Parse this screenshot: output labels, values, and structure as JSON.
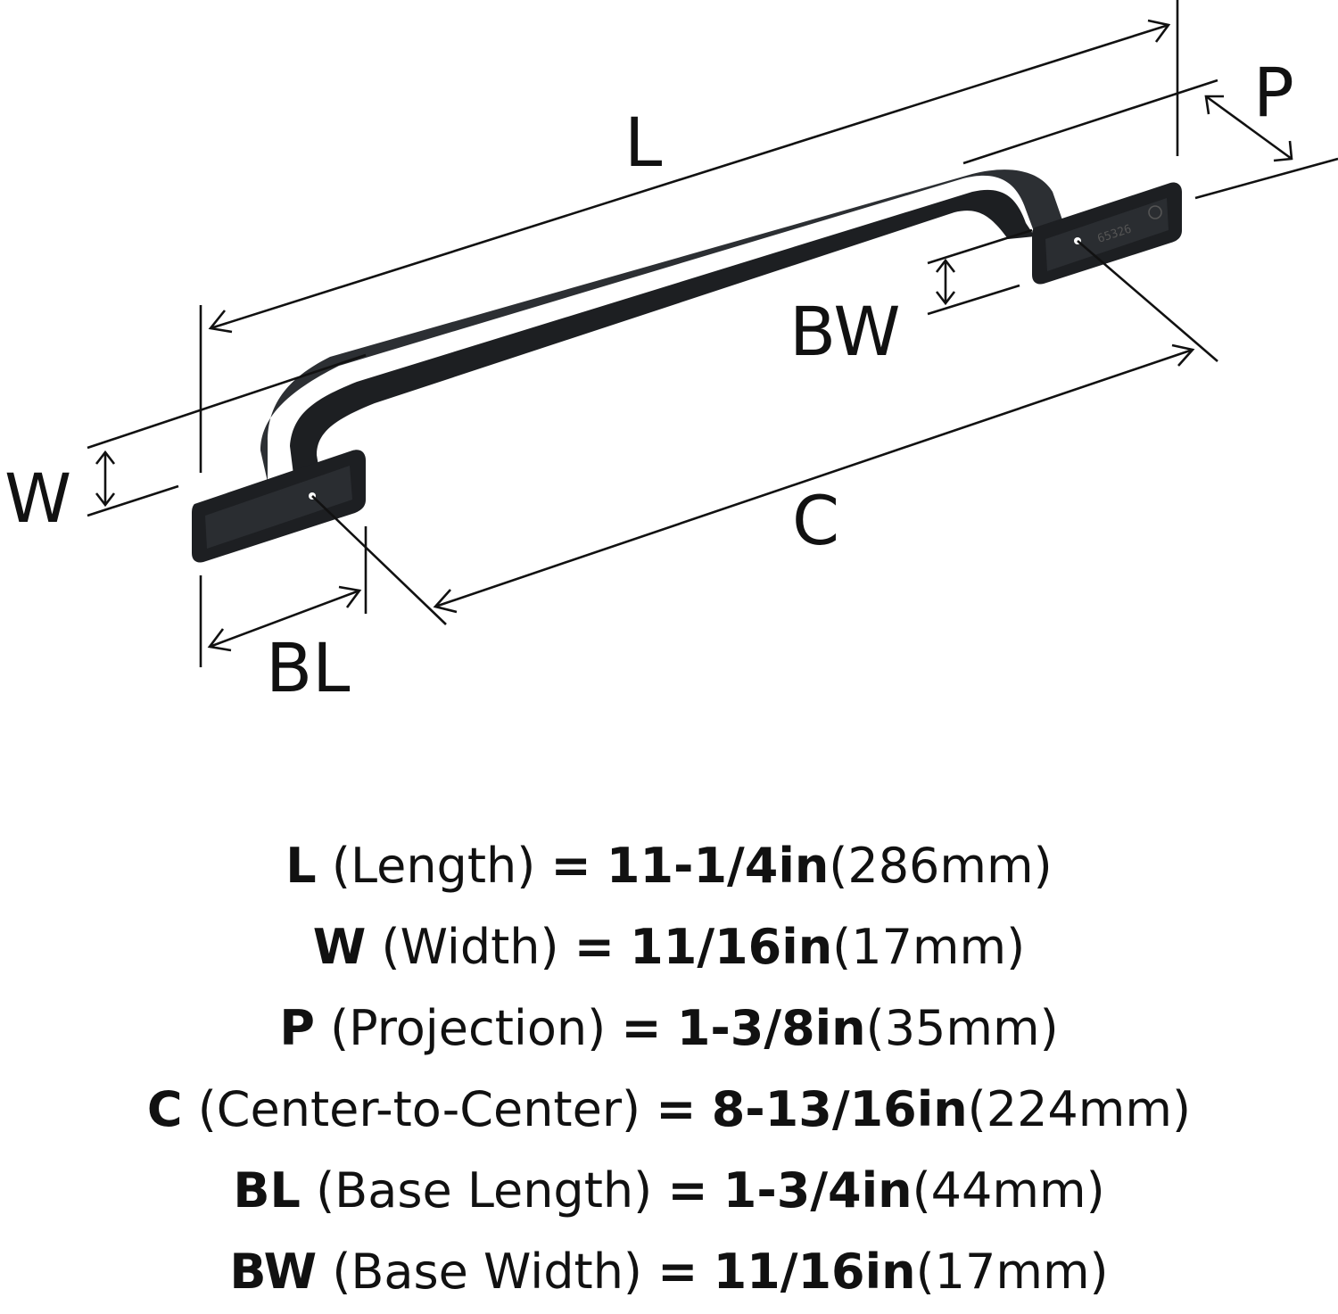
{
  "diagram": {
    "labels": {
      "L": "L",
      "P": "P",
      "BW": "BW",
      "W": "W",
      "C": "C",
      "BL": "BL"
    },
    "stamp": "65326"
  },
  "specs": [
    {
      "abbr": "L",
      "name": "(Length)",
      "eq": "=",
      "imperial": "11-1/4in",
      "metric": "(286mm)"
    },
    {
      "abbr": "W",
      "name": "(Width)",
      "eq": "=",
      "imperial": "11/16in",
      "metric": "(17mm)"
    },
    {
      "abbr": "P",
      "name": "(Projection)",
      "eq": "=",
      "imperial": "1-3/8in",
      "metric": "(35mm)"
    },
    {
      "abbr": "C",
      "name": "(Center-to-Center)",
      "eq": "=",
      "imperial": "8-13/16in",
      "metric": "(224mm)"
    },
    {
      "abbr": "BL",
      "name": "(Base Length)",
      "eq": "=",
      "imperial": "1-3/4in",
      "metric": "(44mm)"
    },
    {
      "abbr": "BW",
      "name": "(Base Width)",
      "eq": "=",
      "imperial": "11/16in",
      "metric": "(17mm)"
    }
  ],
  "colors": {
    "ink": "#111111",
    "handle_dark": "#1d1f22",
    "handle_light": "#3a3d42",
    "background": "#ffffff"
  }
}
